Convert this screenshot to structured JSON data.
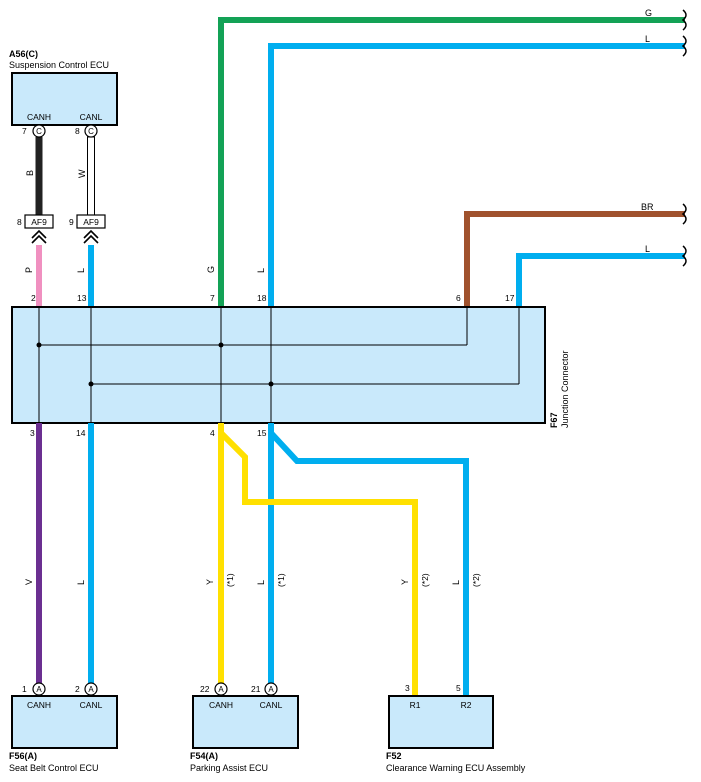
{
  "colors": {
    "green": "#13a256",
    "blue": "#00aeef",
    "brown": "#a0522d",
    "pink": "#f090c0",
    "purple": "#6b2f91",
    "yellow": "#ffe000",
    "black": "#222222",
    "box_fill": "#c9e9fb"
  },
  "components": {
    "suspension": {
      "code": "A56(C)",
      "name": "Suspension Control ECU",
      "pin1_label": "CANH",
      "pin2_label": "CANL",
      "pin1_num": "7",
      "pin2_num": "8",
      "conn": "C"
    },
    "junction": {
      "code": "F67",
      "name": "Junction Connector"
    },
    "seatbelt": {
      "code": "F56(A)",
      "name": "Seat Belt Control ECU",
      "pin1_label": "CANH",
      "pin2_label": "CANL",
      "pin1_num": "1",
      "pin2_num": "2",
      "conn": "A"
    },
    "parking": {
      "code": "F54(A)",
      "name": "Parking Assist ECU",
      "pin1_label": "CANH",
      "pin2_label": "CANL",
      "pin1_num": "22",
      "pin2_num": "21",
      "conn": "A"
    },
    "clearance": {
      "code": "F52",
      "name": "Clearance Warning ECU Assembly",
      "pin1_label": "R1",
      "pin2_label": "R2",
      "pin1_num": "3",
      "pin2_num": "5"
    }
  },
  "connector": {
    "label": "AF9",
    "left_pin": "8",
    "right_pin": "9"
  },
  "junction_pins": {
    "top": [
      "2",
      "13",
      "7",
      "18",
      "6",
      "17"
    ],
    "bottom": [
      "3",
      "14",
      "4",
      "15"
    ]
  },
  "wire_labels": {
    "suspension_left": "B",
    "suspension_right": "W",
    "junction_left": "P",
    "junction_right": "L",
    "top_green": "G",
    "top_blue": "L",
    "offpage_green": "G",
    "offpage_blue": "L",
    "offpage_brown": "BR",
    "offpage_blue2": "L",
    "seat_left": "V",
    "seat_right": "L",
    "park_left": "Y",
    "park_right": "L",
    "park_left_note": "(*1)",
    "park_right_note": "(*1)",
    "clr_left": "Y",
    "clr_right": "L",
    "clr_left_note": "(*2)",
    "clr_right_note": "(*2)"
  }
}
